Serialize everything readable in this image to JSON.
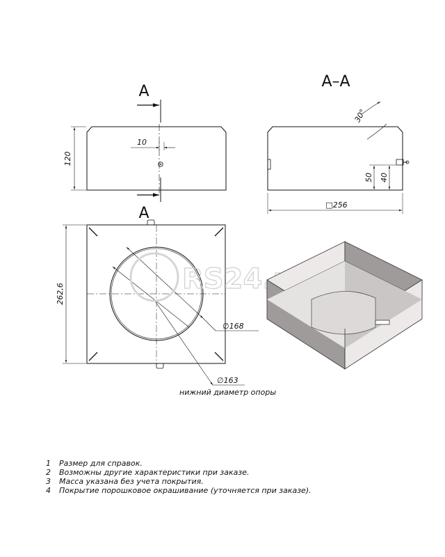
{
  "section_marks": {
    "top": "A",
    "bottom": "A",
    "title": "A–A"
  },
  "dimensions": {
    "height_120": "120",
    "offset_10": "10",
    "angle_30": "30°",
    "height_50": "50",
    "height_40": "40",
    "width_256": "□256",
    "size_262_6": "262,6",
    "diam_168": "∅168",
    "diam_163": "∅163",
    "lower_support_diameter": "нижний диаметр опоры"
  },
  "watermark": "RS24.ru",
  "notes": [
    {
      "num": "1",
      "text": "Размер для справок."
    },
    {
      "num": "2",
      "text": "Возможны другие характеристики при заказе."
    },
    {
      "num": "3",
      "text": "Масса указана без учета покрытия."
    },
    {
      "num": "4",
      "text": "Покрытие порошковое окрашивание (уточняется при заказе)."
    }
  ],
  "colors": {
    "line": "#111111",
    "fill_light": "#ece9e8",
    "fill_mid": "#c9c6c5",
    "fill_dark": "#9e9b9a"
  }
}
